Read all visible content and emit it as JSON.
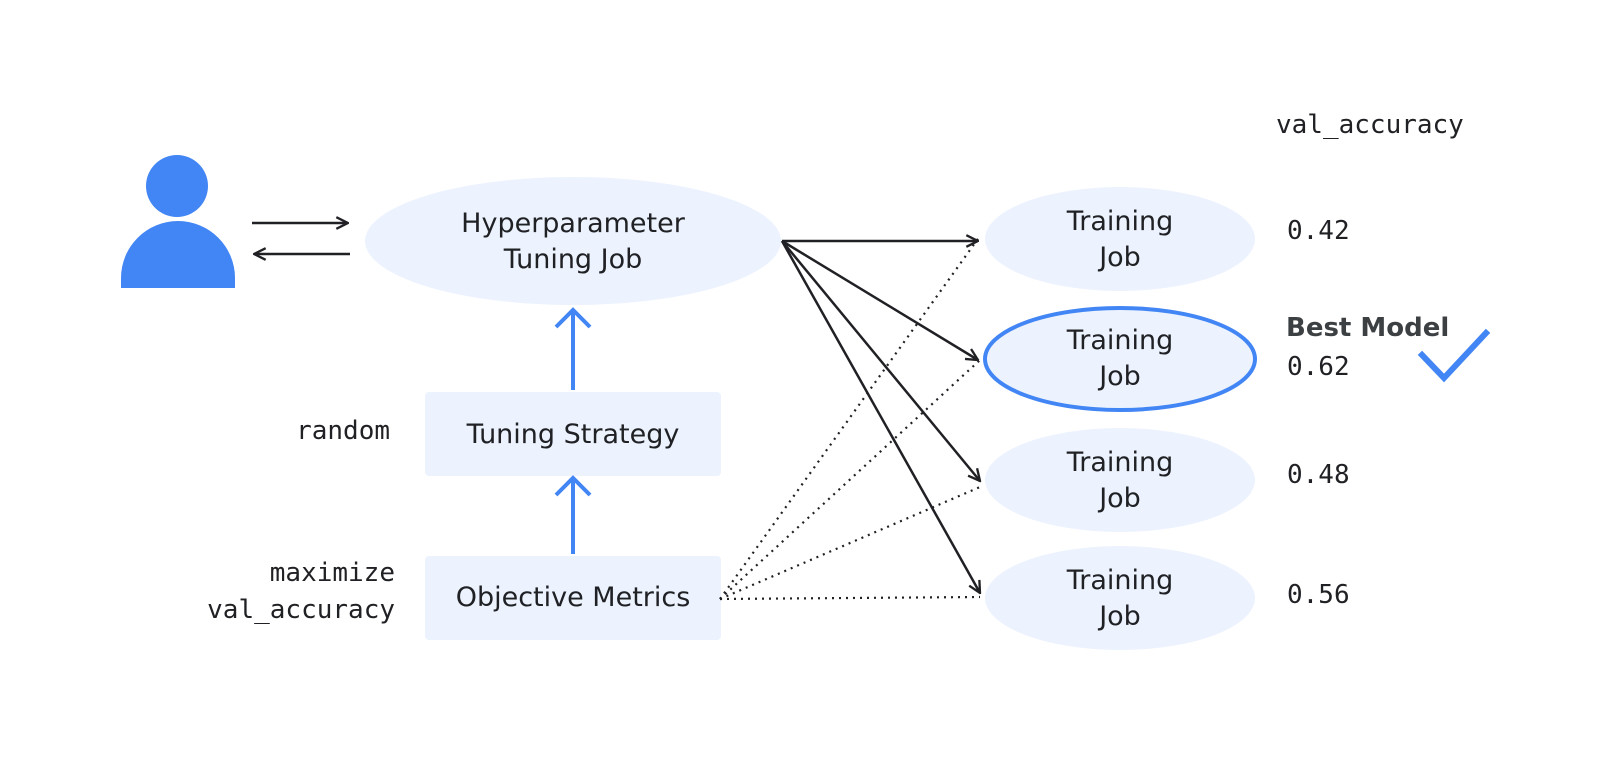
{
  "colors": {
    "accent": "#4285f4",
    "node_fill": "#ecf3fe",
    "ink": "#202124"
  },
  "header": {
    "metric_column_label": "val_accuracy"
  },
  "user": {
    "icon": "person-icon"
  },
  "tuning_job": {
    "line1": "Hyperparameter",
    "line2": "Tuning Job"
  },
  "strategy": {
    "label": "Tuning Strategy",
    "value": "random"
  },
  "objective": {
    "label": "Objective Metrics",
    "value_line1": "maximize",
    "value_line2": "val_accuracy"
  },
  "training_jobs": [
    {
      "line1": "Training",
      "line2": "Job",
      "score": "0.42",
      "best": false
    },
    {
      "line1": "Training",
      "line2": "Job",
      "score": "0.62",
      "best": true
    },
    {
      "line1": "Training",
      "line2": "Job",
      "score": "0.48",
      "best": false
    },
    {
      "line1": "Training",
      "line2": "Job",
      "score": "0.56",
      "best": false
    }
  ],
  "best_model": {
    "label": "Best Model",
    "icon": "checkmark-icon"
  }
}
